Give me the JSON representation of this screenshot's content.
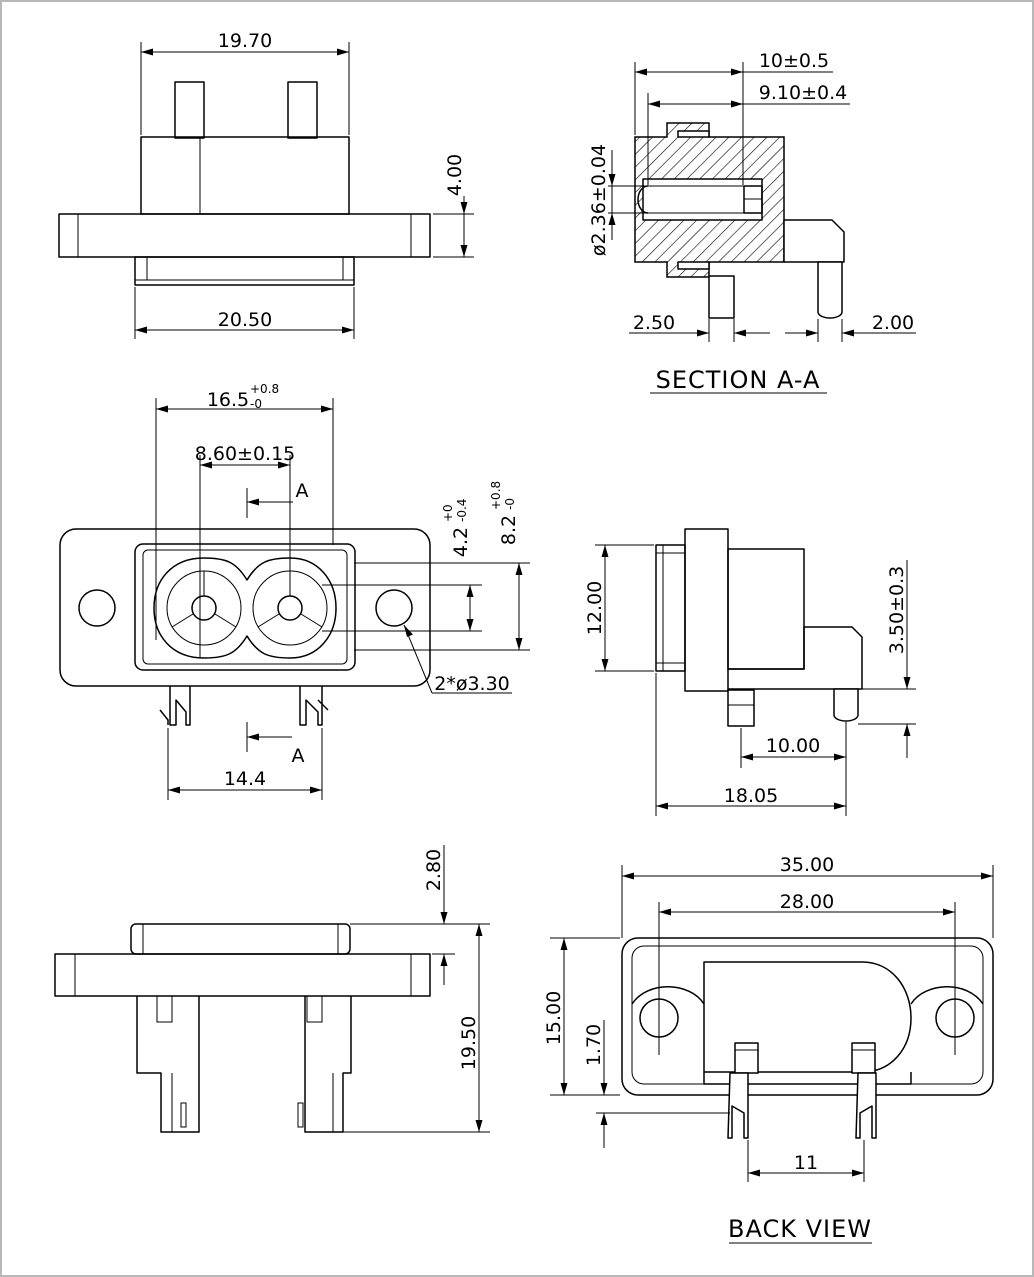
{
  "dimensions": {
    "top_width": "19.70",
    "top_height": "4.00",
    "top_base_width": "20.50",
    "section_depth": "10±0.5",
    "section_pin_depth": "9.10±0.4",
    "section_hole_dia": "ø2.36±0.04",
    "section_pin_a": "2.50",
    "section_pin_b": "2.00",
    "front_opening_base": "16.5",
    "front_opening_tol_upper": "+0.8",
    "front_opening_tol_lower": "-0",
    "front_pitch": "8.60±0.15",
    "section_mark_top": "A",
    "section_mark_bottom": "A",
    "front_inner_height_base": "4.2",
    "front_inner_height_tol_upper": "+0",
    "front_inner_height_tol_lower": "-0.4",
    "front_outer_height_base": "8.2",
    "front_outer_height_tol_upper": "+0.8",
    "front_outer_height_tol_lower": "-0",
    "mount_holes": "2*ø3.30",
    "front_pin_pitch": "14.4",
    "side_height": "12.00",
    "side_pin_offset": "3.50±0.3",
    "side_pin_span": "10.00",
    "side_depth": "18.05",
    "bottom_top_gap": "2.80",
    "bottom_total_height": "19.50",
    "back_overall_width": "35.00",
    "back_hole_pitch": "28.00",
    "back_height": "15.00",
    "back_pin_offset": "1.70",
    "back_pin_pitch": "11"
  },
  "titles": {
    "section": "SECTION A-A",
    "back": "BACK VIEW"
  }
}
